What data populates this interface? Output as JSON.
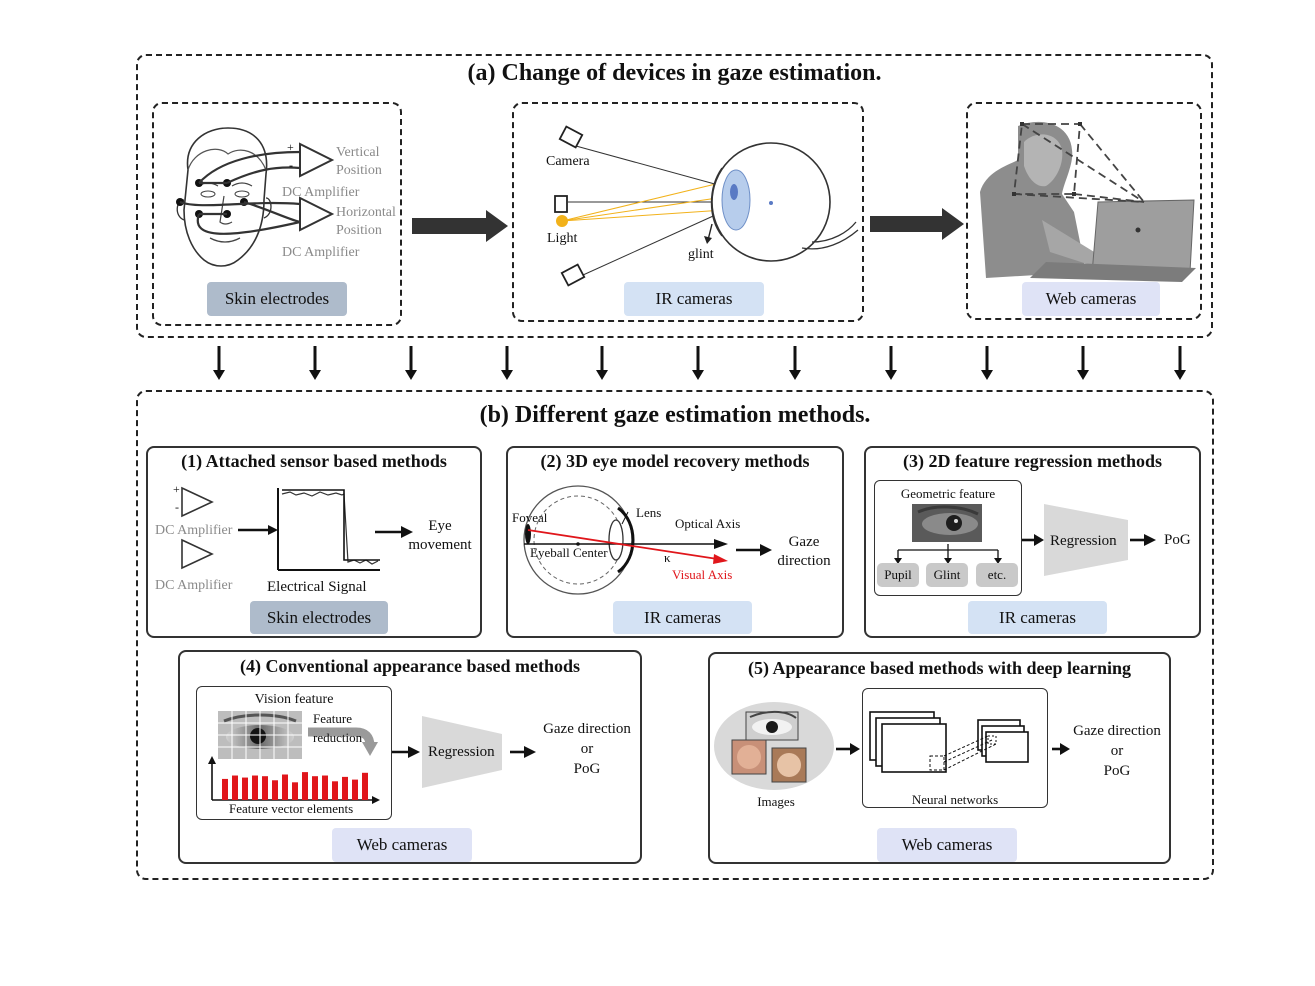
{
  "section_a": {
    "title": "(a) Change of devices in gaze estimation.",
    "skin_panel": {
      "tag": "Skin electrodes",
      "vertical_line1": "Vertical",
      "vertical_line2": "Position",
      "dc_amp_1": "DC Amplifier",
      "horizontal_line1": "Horizontal",
      "horizontal_line2": "Position",
      "dc_amp_2": "DC Amplifier",
      "plus_sign": "+",
      "minus_sign": "-"
    },
    "ir_panel": {
      "tag": "IR cameras",
      "camera": "Camera",
      "light": "Light",
      "glint": "glint"
    },
    "web_panel": {
      "tag": "Web cameras"
    }
  },
  "section_b": {
    "title": "(b) Different gaze estimation methods.",
    "m1": {
      "title": "(1) Attached sensor based methods",
      "dc_amp_1": "DC Amplifier",
      "dc_amp_2": "DC Amplifier",
      "plus_sign": "+",
      "minus_sign": "-",
      "signal_label": "Electrical Signal",
      "eye_line1": "Eye",
      "eye_line2": "movement",
      "tag": "Skin electrodes"
    },
    "m2": {
      "title": "(2) 3D eye model recovery methods",
      "foveal": "Foveal",
      "lens": "Lens",
      "optical_axis": "Optical Axis",
      "eyeball_center": "Eyeball Center",
      "kappa": "κ",
      "visual_axis": "Visual Axis",
      "gaze_line1": "Gaze",
      "gaze_line2": "direction",
      "tag": "IR cameras"
    },
    "m3": {
      "title": "(3) 2D feature regression methods",
      "geometric_feature": "Geometric feature",
      "pupil": "Pupil",
      "glint": "Glint",
      "etc": "etc.",
      "regression": "Regression",
      "pog": "PoG",
      "tag": "IR cameras"
    },
    "m4": {
      "title": "(4) Conventional appearance based methods",
      "vision_feature": "Vision feature",
      "feature_reduction_line1": "Feature",
      "feature_reduction_line2": "reduction",
      "vector_label": "Feature vector elements",
      "regression": "Regression",
      "out_line1": "Gaze direction",
      "out_line2": "or",
      "out_line3": "PoG",
      "tag": "Web cameras",
      "bar_values": [
        0.62,
        0.72,
        0.66,
        0.72,
        0.7,
        0.58,
        0.75,
        0.52,
        0.82,
        0.7,
        0.72,
        0.55,
        0.68,
        0.6,
        0.8
      ],
      "bar_color": "#e0161b"
    },
    "m5": {
      "title": "(5) Appearance based methods with deep learning",
      "images": "Images",
      "neural_networks": "Neural networks",
      "out_line1": "Gaze direction",
      "out_line2": "or",
      "out_line3": "PoG",
      "tag": "Web cameras"
    }
  },
  "colors": {
    "tag_grey": "#aebbcb",
    "tag_blue": "#d4e2f4",
    "tag_lavender": "#dfe3f6",
    "light_yellow": "#f2b21b",
    "visual_axis_red": "#e0161b",
    "regression_grey": "#d9d9d9"
  }
}
